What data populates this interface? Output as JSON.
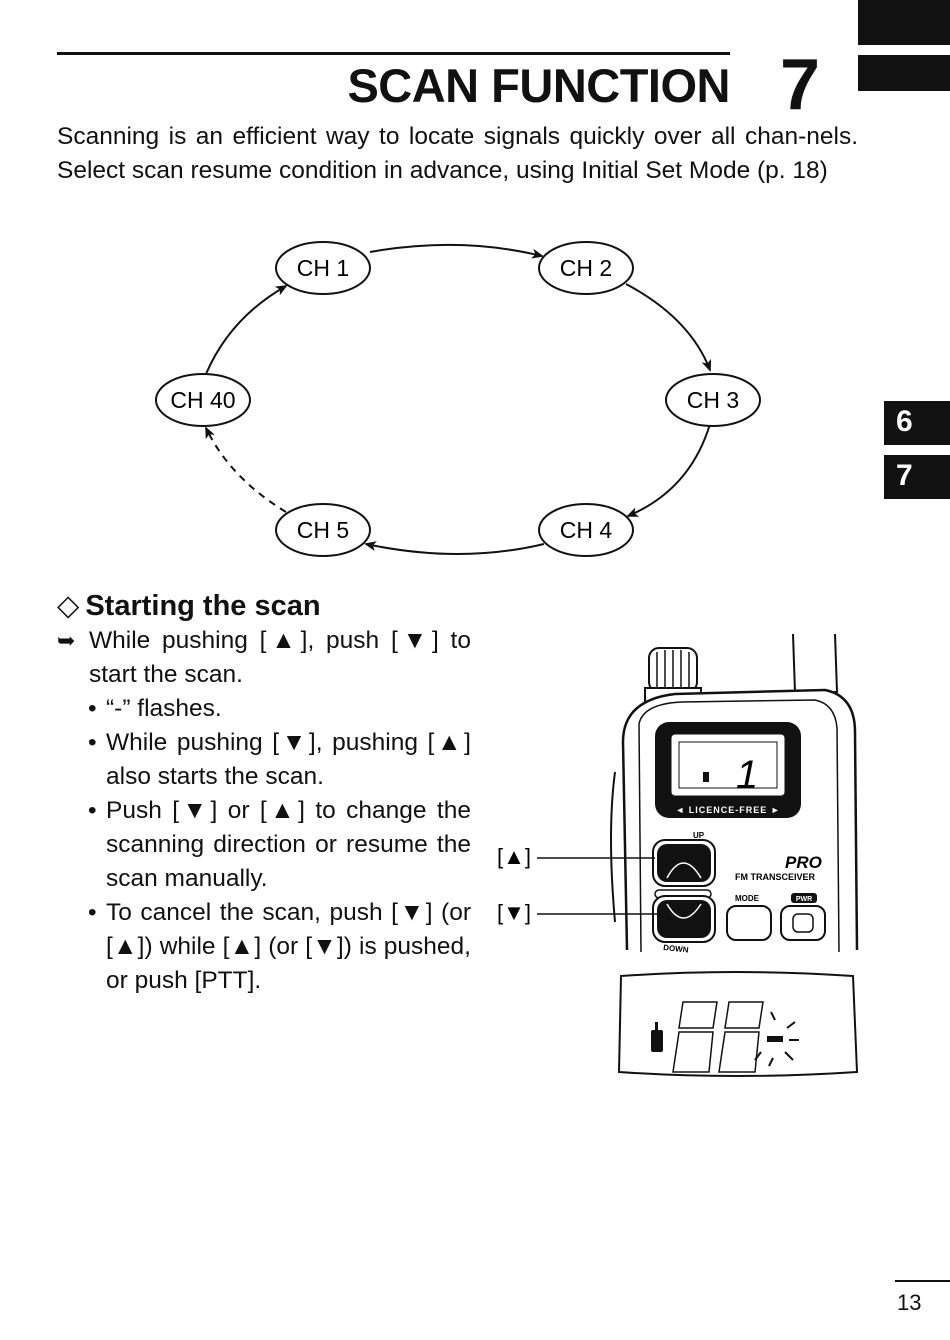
{
  "header": {
    "title": "SCAN FUNCTION",
    "chapter_number": "7"
  },
  "intro": "Scanning is an efficient way to locate signals quickly over all chan-nels. Select scan resume condition in advance, using Initial Set Mode (p. 18)",
  "scan_diagram": {
    "channels": [
      "CH 1",
      "CH 2",
      "CH 3",
      "CH 4",
      "CH 5",
      "CH 40"
    ]
  },
  "section": {
    "heading": "Starting the scan",
    "step": "While pushing [▲], push [▼] to start the scan.",
    "bullets": [
      "“-” flashes.",
      "While pushing [▼], pushing [▲] also starts the scan.",
      "Push [▼] or [▲] to change the scanning direction or resume the scan manually.",
      "To cancel the scan, push [▼] (or [▲]) while [▲] (or [▼]) is pushed, or push [PTT]."
    ]
  },
  "radio_figure": {
    "up_callout": "[▲]",
    "down_callout": "[▼]",
    "lcd_digit": "1",
    "licence_label": "◄ LICENCE-FREE ►",
    "up_label": "UP",
    "down_label": "DOWN",
    "brand": "PRO",
    "model_label": "FM TRANSCEIVER",
    "mode_label": "MODE",
    "pwr_label": "PWR"
  },
  "side_tabs": [
    "6",
    "7"
  ],
  "page_number": "13"
}
